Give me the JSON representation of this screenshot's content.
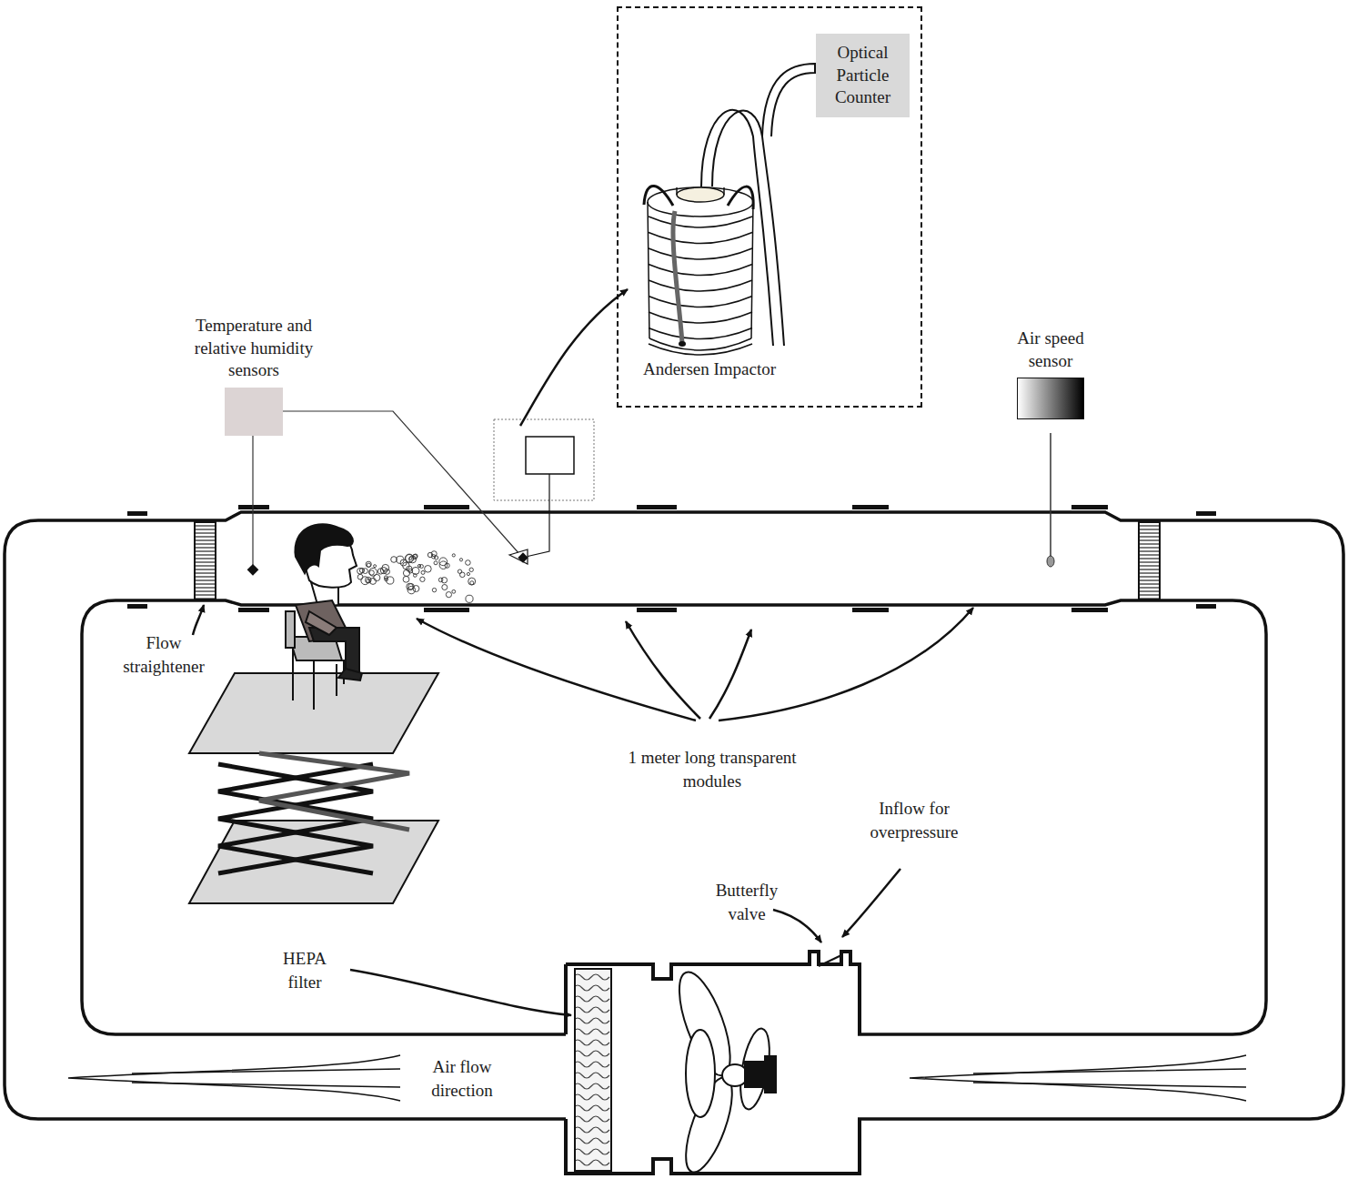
{
  "diagram": {
    "nodes": [
      {
        "text": [
          "Andersen Impactor"
        ]
      },
      {
        "text": [
          "Optical Particle Counter"
        ],
        "in": 0
      },
      {
        "text": [
          "Temperature and relative humidity sensors"
        ]
      },
      {
        "text": [
          "Air speed sensor"
        ]
      }
    ],
    "labels": [
      "Flow straightener",
      "1 meter long transparent modules",
      "Inflow for overpressure",
      "Butterfly valve",
      "HEPA filter",
      "Air flow direction"
    ]
  }
}
